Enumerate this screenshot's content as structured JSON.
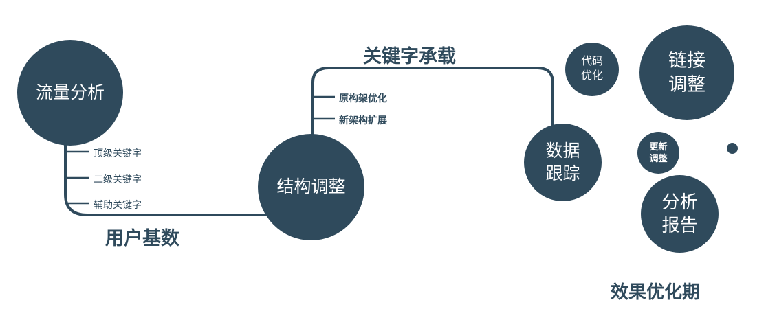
{
  "colors": {
    "primary": "#2f4a5c",
    "text_on_node": "#ffffff",
    "background": "#ffffff"
  },
  "nodes": {
    "traffic_analysis": {
      "label": "流量分析"
    },
    "structure_adjust": {
      "label": "结构调整"
    },
    "data_tracking": {
      "line1": "数据",
      "line2": "跟踪"
    },
    "code_optimization": {
      "line1": "代码",
      "line2": "优化"
    },
    "link_adjustment": {
      "line1": "链接",
      "line2": "调整"
    },
    "update_adjustment": {
      "line1": "更新",
      "line2": "调整"
    },
    "analysis_report": {
      "line1": "分析",
      "line2": "报告"
    }
  },
  "edge_labels": {
    "keyword_carry": "关键字承载",
    "user_base": "用户基数"
  },
  "branches": {
    "left": [
      "顶级关键字",
      "二级关键字",
      "辅助关键字"
    ],
    "middle": [
      "原构架优化",
      "新架构扩展"
    ]
  },
  "footer": {
    "label": "效果优化期"
  }
}
